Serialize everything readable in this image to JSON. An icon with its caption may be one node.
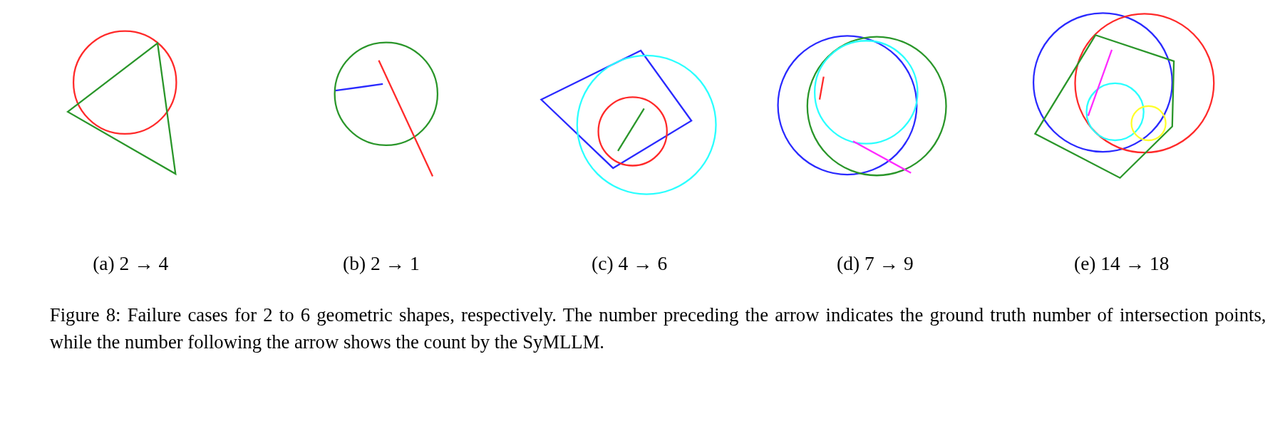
{
  "diagram": {
    "caption": "Figure 8: Failure cases for 2 to 6 geometric shapes, respectively. The number preceding the arrow indicates the ground truth number of intersection points, while the number following the arrow shows the count by the SyMLLM.",
    "labels": [
      "(a) 2 → 4",
      "(b) 2 → 1",
      "(c) 4 → 6",
      "(d) 7 → 9",
      "(e) 14 → 18"
    ]
  }
}
